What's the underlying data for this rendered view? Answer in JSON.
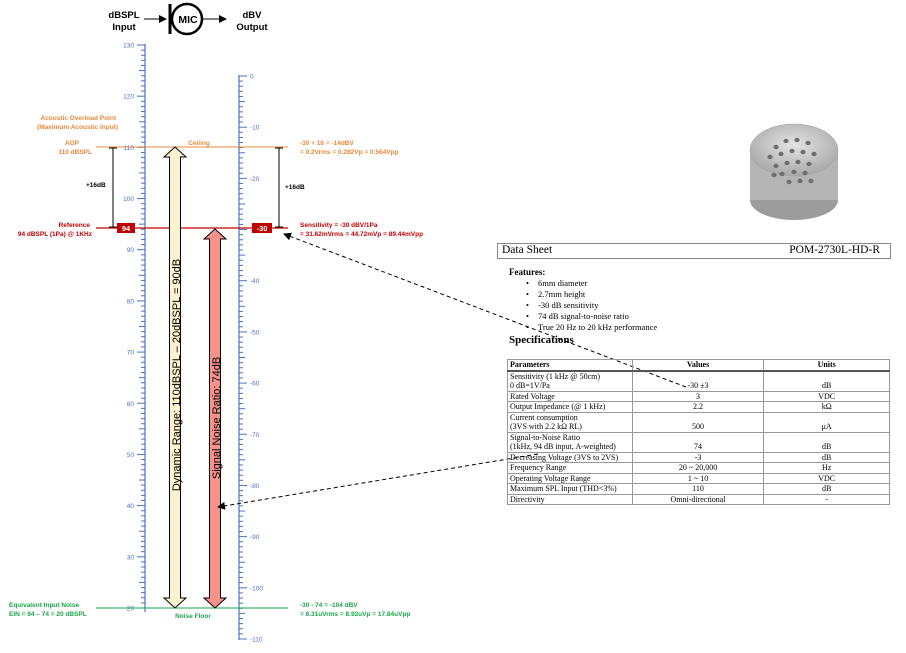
{
  "header": {
    "input_label_line1": "dBSPL",
    "input_label_line2": "Input",
    "mic_label": "MIC",
    "output_label_line1": "dBV",
    "output_label_line2": "Output"
  },
  "left_scale": {
    "ticks": [
      130,
      120,
      110,
      100,
      90,
      80,
      70,
      60,
      50,
      40,
      30,
      20
    ]
  },
  "right_scale": {
    "ticks": [
      0,
      -10,
      -20,
      -30,
      -40,
      -50,
      -60,
      -70,
      -80,
      -90,
      -100,
      -110
    ]
  },
  "markers": {
    "left_reference_value": "94",
    "right_sensitivity_value": "-30"
  },
  "annotations": {
    "aop_title_line1": "Acoustic Overload Point",
    "aop_title_line2": "(Maximum Acoustic Input)",
    "aop_line1": "AOP",
    "aop_line2": "110 dBSPL",
    "ceiling": "Ceiling",
    "ceiling_calc_line1": "-30 + 16 = -14dBV",
    "ceiling_calc_line2": "= 0.2Vrms = 0.282Vp = 0.564Vpp",
    "gain_left": "+16dB",
    "gain_right": "+16dB",
    "reference_line1": "Reference",
    "reference_line2": "94 dBSPL (1Pa) @ 1KHz",
    "sensitivity_line1": "Sensitivity = -30 dBV/1Pa",
    "sensitivity_line2": "= 31.62mVrms = 44.72mVp = 89.44mVpp",
    "dynamic_range": "Dynamic Range: 110dBSPL – 20dBSPL = 90dB",
    "snr": "Signal Noise Ratio: 74dB",
    "ein_line1": "Equivalent Input Noise",
    "ein_line2": "EIN = 94 – 74 = 20 dBSPL",
    "noise_floor": "Noise Floor",
    "noise_calc_line1": "-30 - 74 = -104 dBV",
    "noise_calc_line2": "= 6.31uVrms = 8.92uVp = 17.84uVpp"
  },
  "colors": {
    "scale_blue": "#4a72c4",
    "orange": "#e8883a",
    "red": "#c00000",
    "green": "#1aa64a",
    "dynamic_fill": "#fdf2d0",
    "snr_fill": "#f7918a"
  },
  "datasheet": {
    "title": "Data Sheet",
    "part_number": "POM-2730L-HD-R",
    "features_title": "Features:",
    "features": [
      "6mm diameter",
      "2.7mm height",
      "-30 dB sensitivity",
      "74 dB signal-to-noise ratio",
      "True 20 Hz to 20 kHz performance"
    ],
    "specifications_title": "Specifications",
    "columns": [
      "Parameters",
      "Values",
      "Units"
    ],
    "rows": [
      {
        "param_line1": "Sensitivity (1 kHz @ 50cm)",
        "param_line2": "0 dB=1V/Pa",
        "value": "-30 ±3",
        "unit": "dB"
      },
      {
        "param_line1": "Rated Voltage",
        "param_line2": "",
        "value": "3",
        "unit": "VDC"
      },
      {
        "param_line1": "Output Impedance (@ 1 kHz)",
        "param_line2": "",
        "value": "2.2",
        "unit": "kΩ"
      },
      {
        "param_line1": "Current consumption",
        "param_line2": "(3VS with 2.2 kΩ RL)",
        "value": "500",
        "unit": "μA"
      },
      {
        "param_line1": "Signal-to-Noise Ratio",
        "param_line2": "(1kHz, 94 dB input, A-weighted)",
        "value": "74",
        "unit": "dB"
      },
      {
        "param_line1": "Decreasing Voltage (3VS to 2VS)",
        "param_line2": "",
        "value": "-3",
        "unit": "dB"
      },
      {
        "param_line1": "Frequency Range",
        "param_line2": "",
        "value": "20 ~ 20,000",
        "unit": "Hz"
      },
      {
        "param_line1": "Operating Voltage Range",
        "param_line2": "",
        "value": "1 ~ 10",
        "unit": "VDC"
      },
      {
        "param_line1": "Maximum SPL Input (THD<3%)",
        "param_line2": "",
        "value": "110",
        "unit": "dB"
      },
      {
        "param_line1": "Directivity",
        "param_line2": "",
        "value": "Omni-directional",
        "unit": "-"
      }
    ]
  }
}
